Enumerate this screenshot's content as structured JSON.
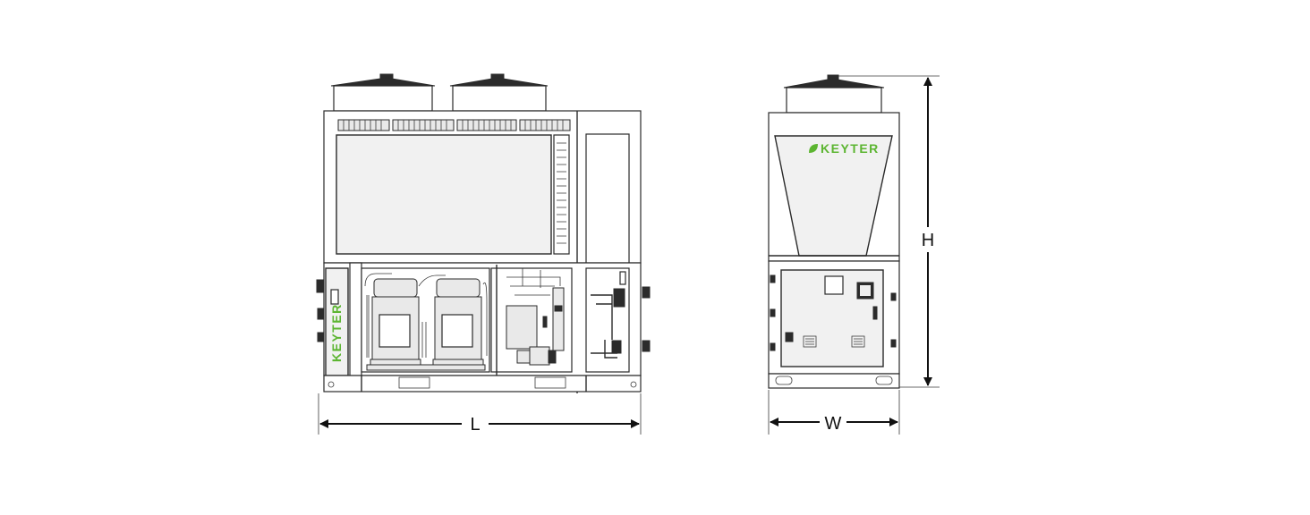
{
  "brand": {
    "name": "KEYTER",
    "color": "#5cb531"
  },
  "dimensions": {
    "length_label": "L",
    "width_label": "W",
    "height_label": "H"
  },
  "colors": {
    "line": "#2a2a2a",
    "panel_fill": "#f1f1f1",
    "fan_fill": "#2b2b2b"
  }
}
